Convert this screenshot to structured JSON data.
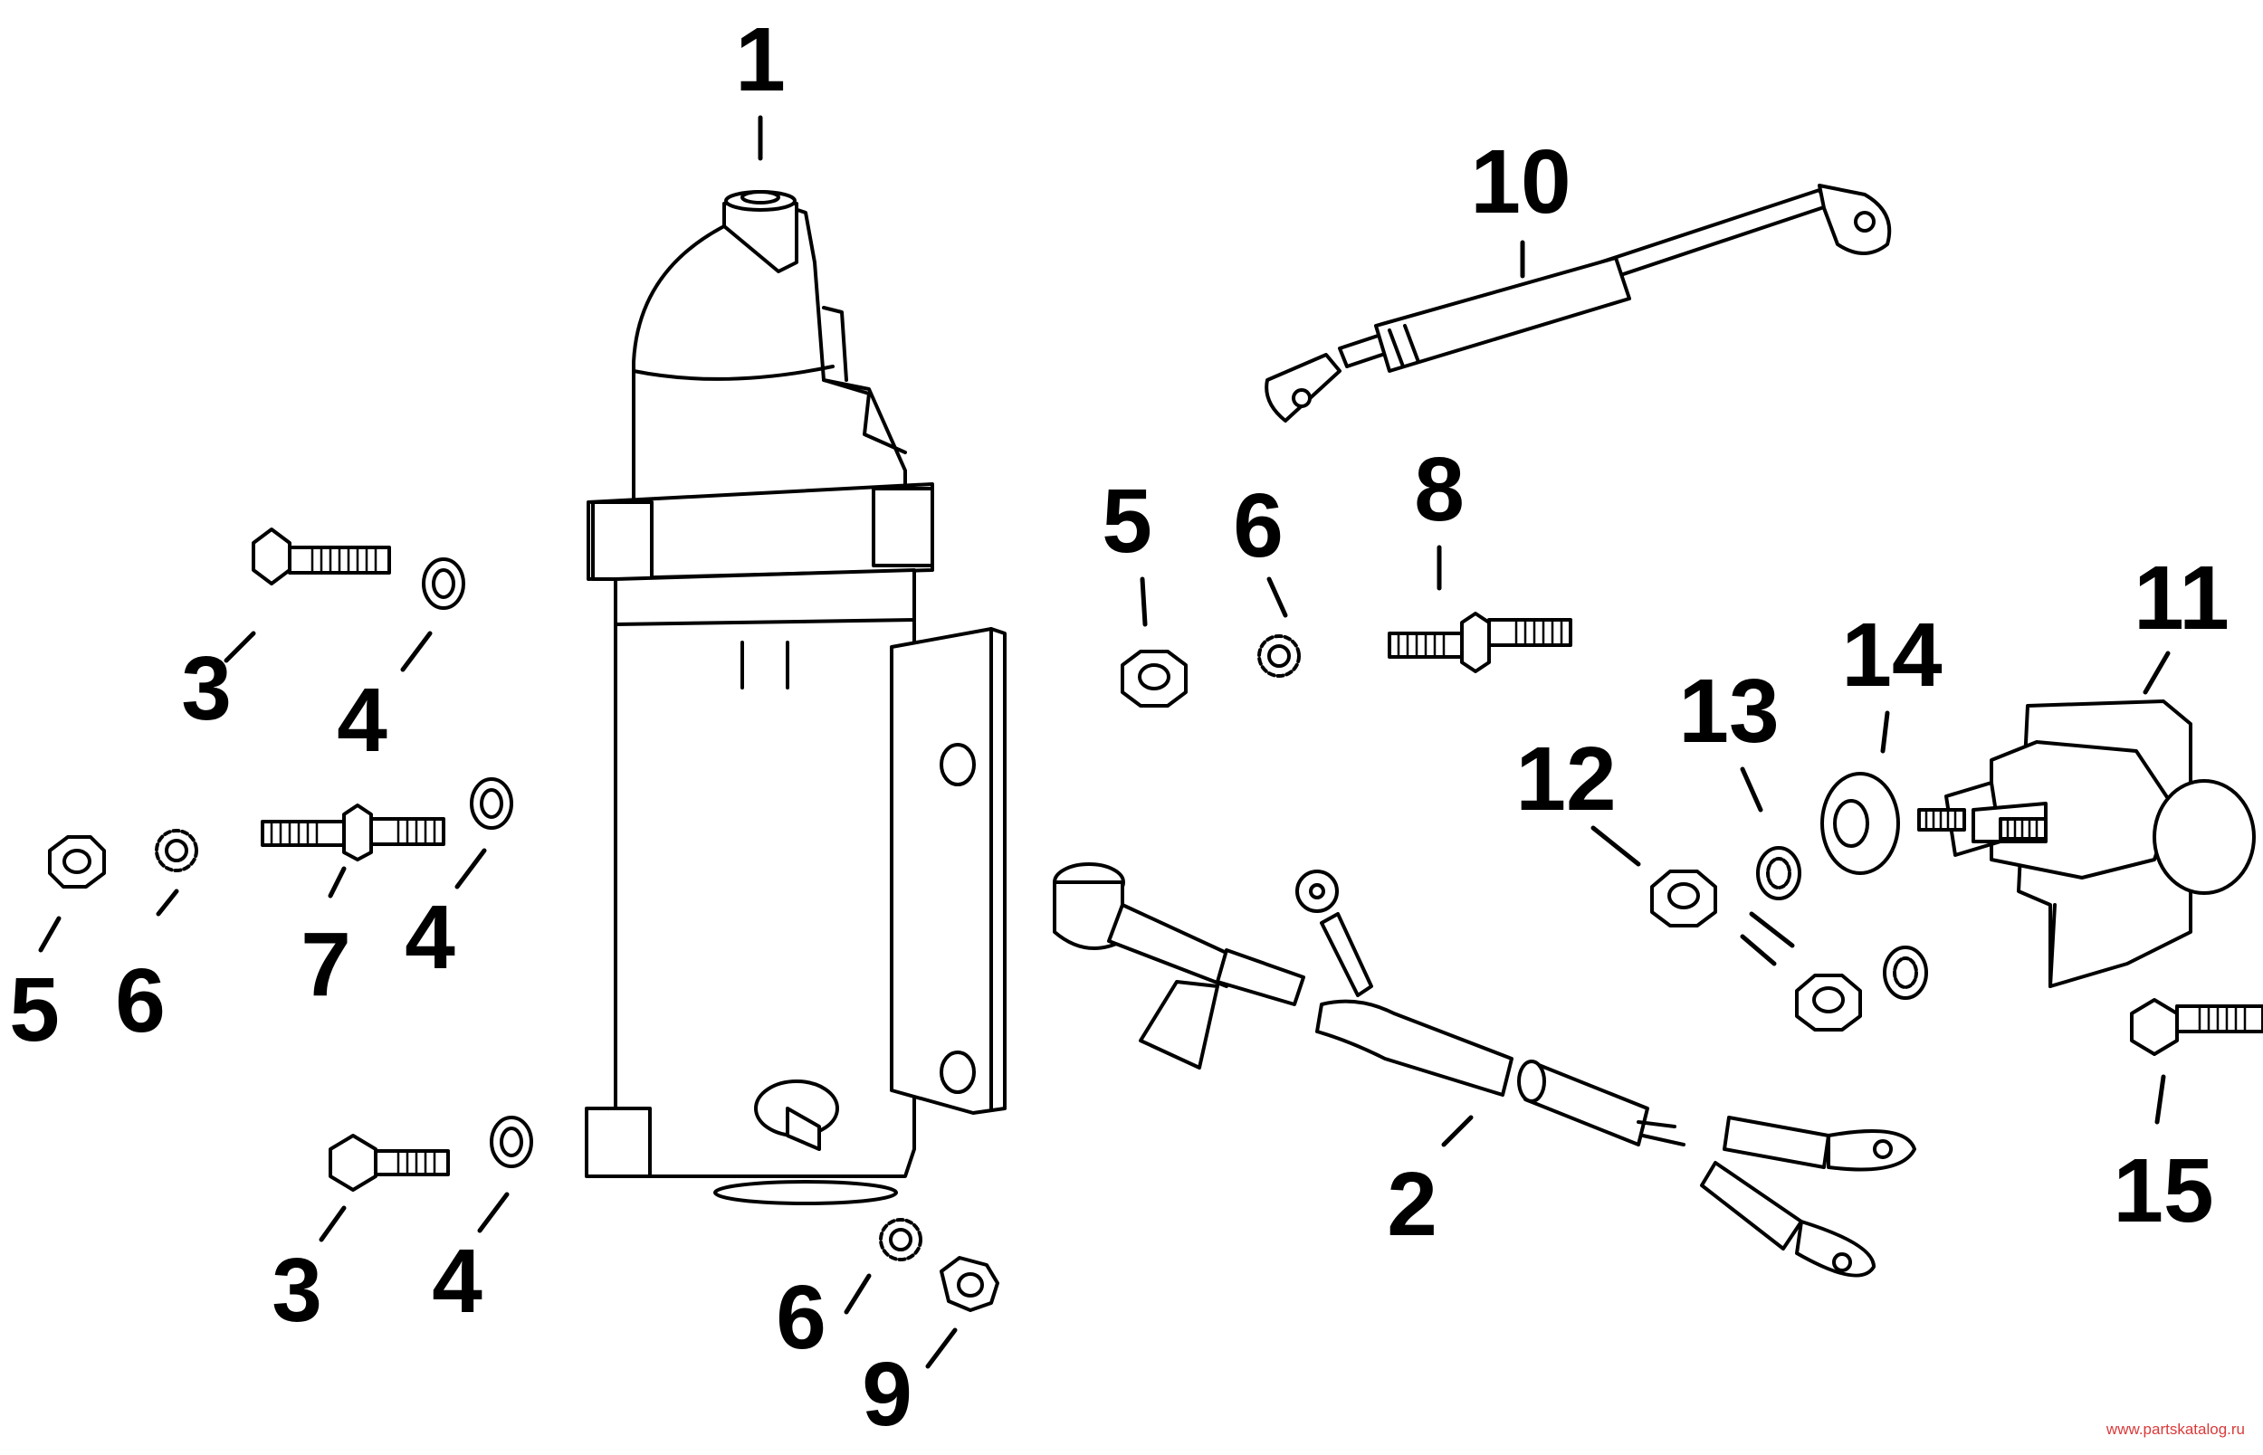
{
  "callouts": {
    "c1": "1",
    "c2": "2",
    "c3a": "3",
    "c3b": "3",
    "c4a": "4",
    "c4b": "4",
    "c4c": "4",
    "c5a": "5",
    "c5b": "5",
    "c6a": "6",
    "c6b": "6",
    "c6c": "6",
    "c7": "7",
    "c8": "8",
    "c9": "9",
    "c10": "10",
    "c11": "11",
    "c12": "12",
    "c13": "13",
    "c14": "14",
    "c15": "15"
  },
  "watermark": "www.partskatalog.ru",
  "colors": {
    "line": "#000000",
    "background": "#ffffff",
    "watermark": "#d93a3a"
  }
}
